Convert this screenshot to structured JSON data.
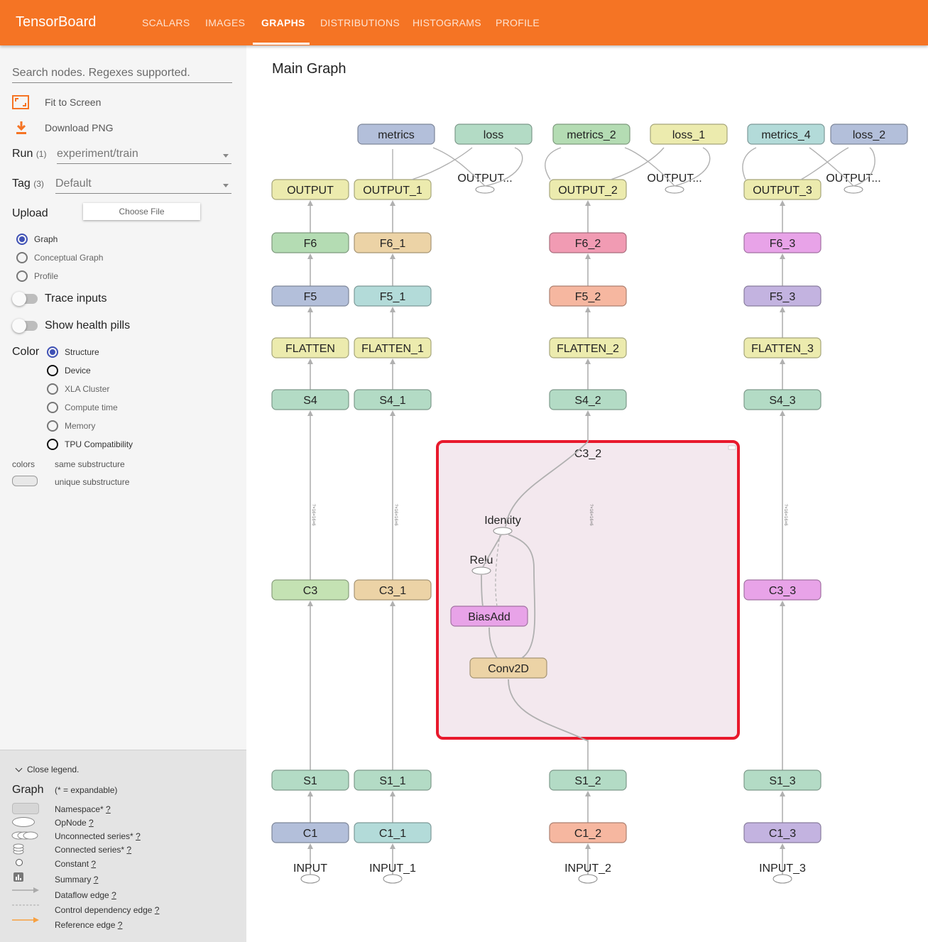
{
  "app": {
    "title": "TensorBoard"
  },
  "nav": {
    "tabs": [
      "SCALARS",
      "IMAGES",
      "GRAPHS",
      "DISTRIBUTIONS",
      "HISTOGRAMS",
      "PROFILE"
    ],
    "active": "GRAPHS"
  },
  "colors": {
    "brand": "#f57424",
    "selection": "#e8192c",
    "accent": "#3f51b5"
  },
  "sidebar": {
    "search_placeholder": "Search nodes. Regexes supported.",
    "fit_label": "Fit to Screen",
    "download_label": "Download PNG",
    "run": {
      "label": "Run",
      "count": "(1)",
      "value": "experiment/train"
    },
    "tag": {
      "label": "Tag",
      "count": "(3)",
      "value": "Default"
    },
    "upload": {
      "label": "Upload",
      "button": "Choose File"
    },
    "graph_types": [
      {
        "label": "Graph",
        "selected": true
      },
      {
        "label": "Conceptual Graph",
        "selected": false
      },
      {
        "label": "Profile",
        "selected": false
      }
    ],
    "trace_inputs": "Trace inputs",
    "health_pills": "Show health pills",
    "color": {
      "label": "Color",
      "options": [
        {
          "label": "Structure",
          "selected": true
        },
        {
          "label": "Device",
          "selected": false
        },
        {
          "label": "XLA Cluster",
          "selected": false
        },
        {
          "label": "Compute time",
          "selected": false
        },
        {
          "label": "Memory",
          "selected": false
        },
        {
          "label": "TPU Compatibility",
          "selected": false
        }
      ],
      "colors_label": "colors",
      "same": "same substructure",
      "unique": "unique substructure"
    }
  },
  "legend": {
    "close": "Close legend.",
    "title": "Graph",
    "expandable": "(* = expandable)",
    "items": [
      {
        "label": "Namespace*",
        "icon": "namespace-icon"
      },
      {
        "label": "OpNode",
        "icon": "opnode-icon"
      },
      {
        "label": "Unconnected series*",
        "icon": "unconnected-series-icon"
      },
      {
        "label": "Connected series*",
        "icon": "connected-series-icon"
      },
      {
        "label": "Constant",
        "icon": "constant-icon"
      },
      {
        "label": "Summary",
        "icon": "summary-icon"
      },
      {
        "label": "Dataflow edge",
        "icon": "dataflow-edge-icon"
      },
      {
        "label": "Control dependency edge",
        "icon": "control-edge-icon"
      },
      {
        "label": "Reference edge",
        "icon": "reference-edge-icon"
      }
    ],
    "help": "?"
  },
  "graph": {
    "title": "Main Graph",
    "top_nodes": [
      {
        "label": "metrics",
        "color": "#b3bfda"
      },
      {
        "label": "loss",
        "color": "#b3dbc5"
      },
      {
        "label": "metrics_2",
        "color": "#b4dcb3"
      },
      {
        "label": "loss_1",
        "color": "#ecebae"
      },
      {
        "label": "metrics_4",
        "color": "#b3dbd9"
      },
      {
        "label": "loss_2",
        "color": "#b3bfda"
      }
    ],
    "output_ops": [
      "OUTPUT...",
      "OUTPUT...",
      "OUTPUT..."
    ],
    "columns": [
      {
        "nodes": [
          "OUTPUT",
          "F6",
          "F5",
          "FLATTEN",
          "S4",
          "C3",
          "S1",
          "C1"
        ],
        "input": "INPUT",
        "colors": [
          "#ecebae",
          "#b4dcb3",
          "#b3bfda",
          "#ecebae",
          "#b3dbc5",
          "#c4e2b3",
          "#b3dbc5",
          "#b3bfda"
        ]
      },
      {
        "nodes": [
          "OUTPUT_1",
          "F6_1",
          "F5_1",
          "FLATTEN_1",
          "S4_1",
          "C3_1",
          "S1_1",
          "C1_1"
        ],
        "input": "INPUT_1",
        "colors": [
          "#ecebae",
          "#ecd3a6",
          "#b3dbd9",
          "#ecebae",
          "#b3dbc5",
          "#ecd3a6",
          "#b3dbc5",
          "#b3dbd9"
        ]
      },
      {
        "nodes": [
          "OUTPUT_2",
          "F6_2",
          "F5_2",
          "FLATTEN_2",
          "S4_2",
          "C3_2",
          "S1_2",
          "C1_2"
        ],
        "input": "INPUT_2",
        "colors": [
          "#ecebae",
          "#f19bb3",
          "#f6b7a0",
          "#ecebae",
          "#b3dbc5",
          "#f3e8ee",
          "#b3dbc5",
          "#f6b7a0"
        ]
      },
      {
        "nodes": [
          "OUTPUT_3",
          "F6_3",
          "F5_3",
          "FLATTEN_3",
          "S4_3",
          "C3_3",
          "S1_3",
          "C1_3"
        ],
        "input": "INPUT_3",
        "colors": [
          "#ecebae",
          "#e8a3e8",
          "#c3b3e0",
          "#ecebae",
          "#b3dbc5",
          "#e8a3e8",
          "#b3dbc5",
          "#c3b3e0"
        ]
      }
    ],
    "expanded": {
      "name": "C3_2",
      "inner": [
        {
          "label": "Identity",
          "kind": "op"
        },
        {
          "label": "Relu",
          "kind": "op"
        },
        {
          "label": "BiasAdd",
          "color": "#e8a3e8"
        },
        {
          "label": "Conv2D",
          "color": "#ecd3a6"
        }
      ]
    }
  }
}
